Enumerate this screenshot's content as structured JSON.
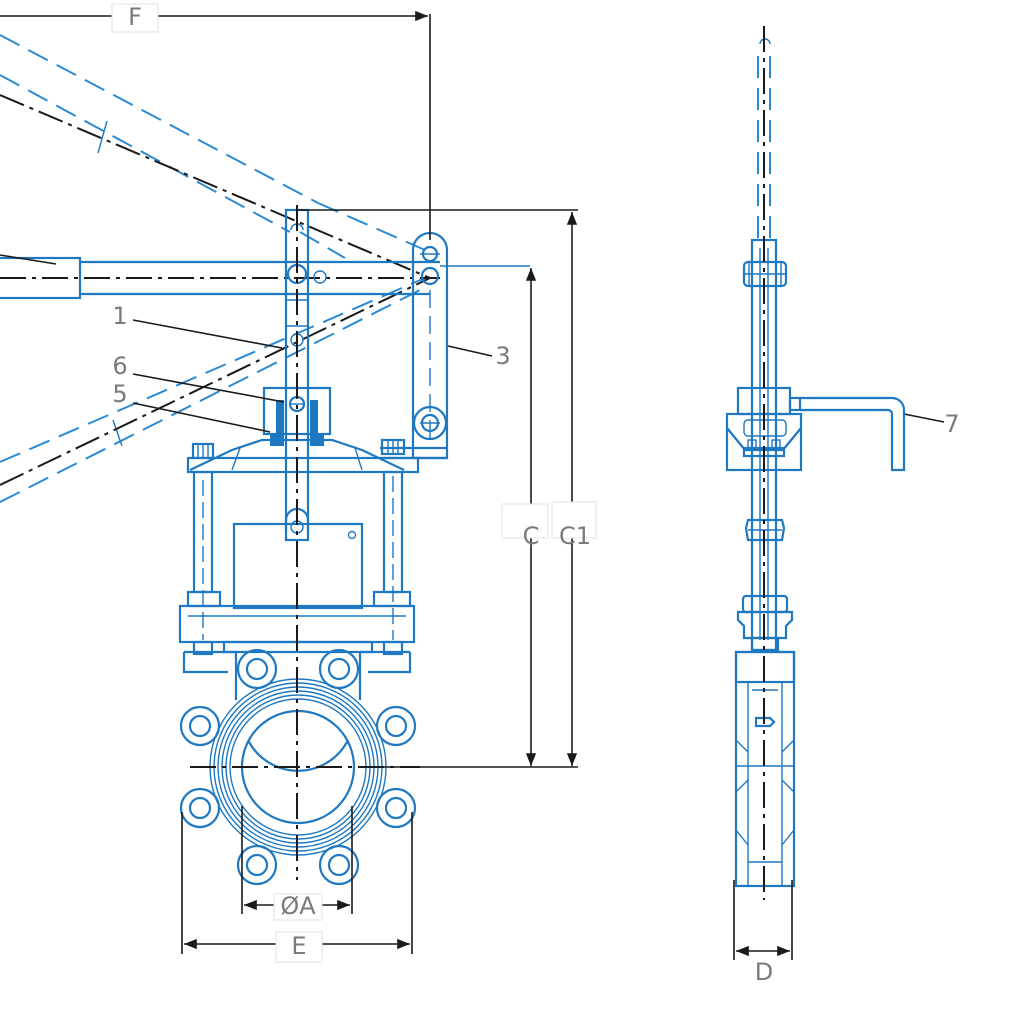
{
  "drawing": {
    "title": "Knife gate valve with lever actuator — dimensional drawing",
    "colors": {
      "part_lines": "#1e78c2",
      "dimension_lines": "#1a1a1a",
      "label_text": "#7a7a7a"
    },
    "dimensions": {
      "F": "F",
      "C": "C",
      "C1": "C1",
      "A": "ØA",
      "E": "E",
      "D": "D"
    },
    "callouts": {
      "p1": "1",
      "p3": "3",
      "p5": "5",
      "p6": "6",
      "p7": "7"
    },
    "views": [
      "front-view",
      "side-view"
    ]
  }
}
